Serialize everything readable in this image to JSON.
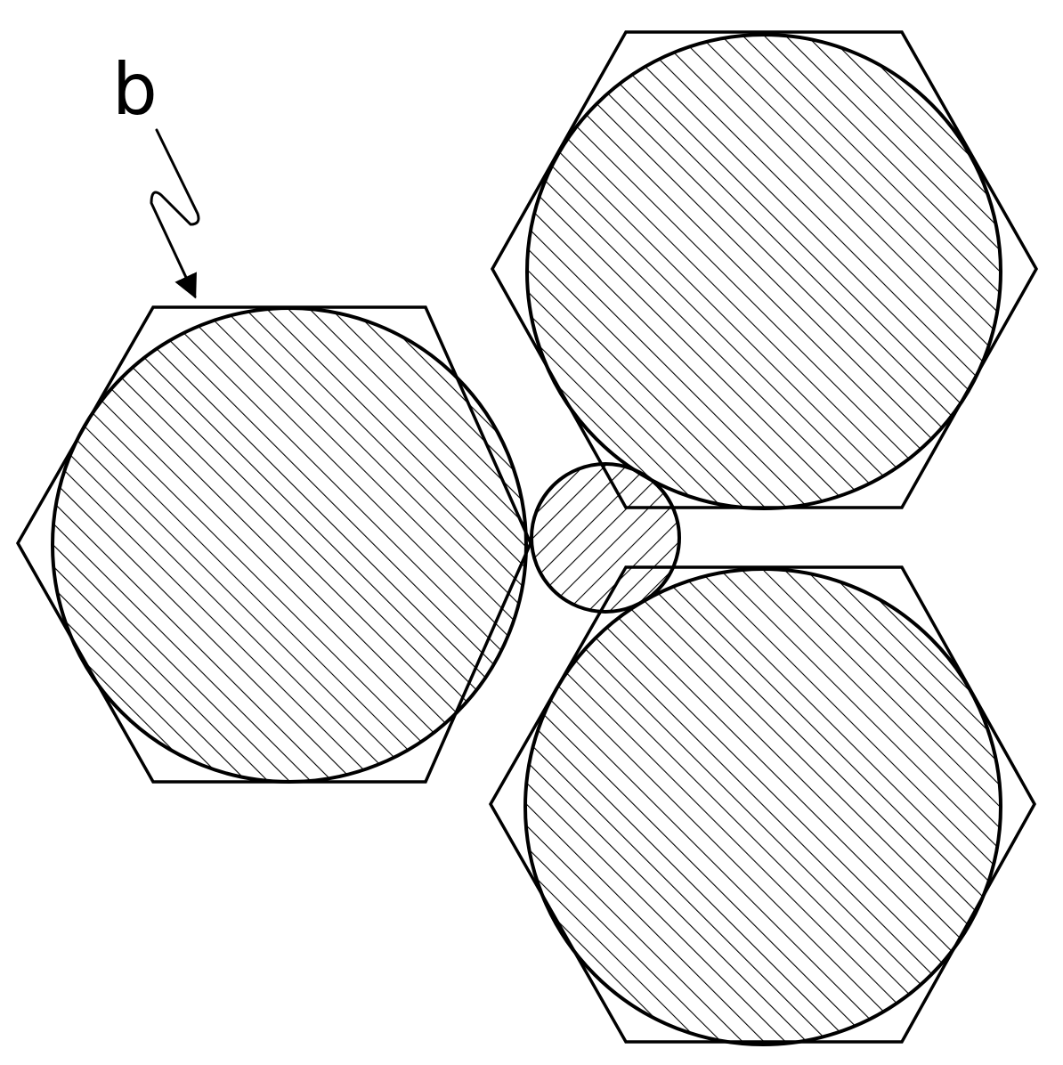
{
  "labels": {
    "reference_b": "b"
  },
  "colors": {
    "line": "#000000",
    "background": "#ffffff"
  },
  "parts": {
    "large_rods": 3,
    "center_rod": 1
  }
}
